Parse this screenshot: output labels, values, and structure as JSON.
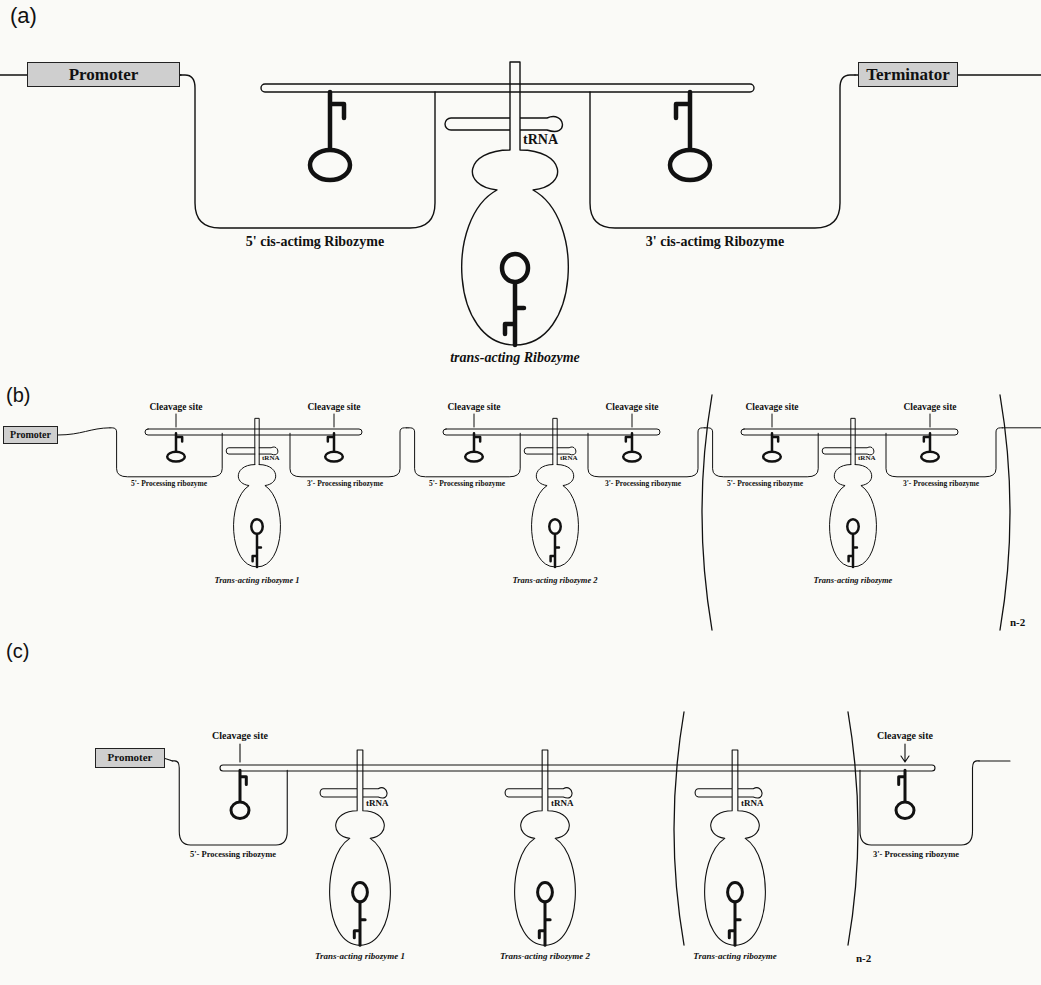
{
  "diagram": {
    "nodes": [
      {
        "text": [
          "Promoter"
        ]
      },
      {
        "text": [
          "Terminator"
        ]
      },
      {
        "text": [
          "Promoter"
        ]
      },
      {
        "text": [
          "Promoter"
        ]
      }
    ],
    "labels": [
      "(a)",
      "5' cis-actimg Ribozyme",
      "tRNA",
      "3' cis-actimg Ribozyme",
      "trans-acting Ribozyme",
      "(b)",
      "Cleavage site",
      "Cleavage site",
      "Cleavage site",
      "Cleavage site",
      "Cleavage site",
      "Cleavage site",
      "5'- Processing ribozyme",
      "tRNA",
      "3'- Processing ribozyme",
      "5'- Processing ribozyme",
      "tRNA",
      "3'- Processing ribozyme",
      "5'- Processing ribozyme",
      "tRNA",
      "3'- Processing ribozyme",
      "Trans-acting ribozyme 1",
      "Trans-acting ribozyme 2",
      "Trans-acting ribozyme",
      "n-2",
      "(c)",
      "Cleavage site",
      "Cleavage site",
      "5'- Processing ribozyme",
      "tRNA",
      "tRNA",
      "tRNA",
      "3'- Processing ribozyme",
      "Trans-acting ribozyme 1",
      "Trans-acting ribozyme 2",
      "Trans-acting ribozyme",
      "n-2"
    ]
  }
}
